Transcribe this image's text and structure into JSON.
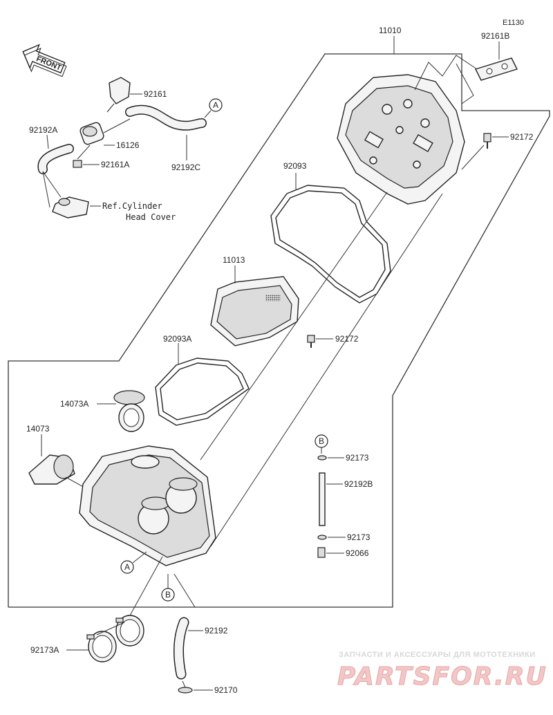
{
  "diagram_code": "E1130",
  "front_arrow": {
    "label": "FRONT"
  },
  "parts": {
    "air_cleaner_case_upper": "11010",
    "plate_upper": "92161B",
    "bolt_upper": "92172",
    "gasket_upper": "92093",
    "element": "11013",
    "bolt_mid": "92172",
    "gasket_lower": "92093A",
    "duct_14073a": "14073A",
    "duct_14073": "14073",
    "pad_92161": "92161",
    "hose_92192a": "92192A",
    "valve_16126": "16126",
    "pad_92161a": "92161A",
    "hose_92192c": "92192C",
    "clamp_b1": "92173",
    "hose_92192b": "92192B",
    "clamp_b2": "92173",
    "cap_92066": "92066",
    "clamp_92173a": "92173A",
    "hose_92192": "92192",
    "clamp_92170": "92170"
  },
  "reference": {
    "line1": "Ref.Cylinder",
    "line2": "Head Cover"
  },
  "callouts": {
    "a_top": "A",
    "a_bottom": "A",
    "b_right": "B",
    "b_bottom": "B"
  },
  "watermark": {
    "tagline": "ЗАПЧАСТИ И АКСЕССУАРЫ ДЛЯ МОТОТЕХНИКИ",
    "logo": "PARTSFOR.RU"
  }
}
